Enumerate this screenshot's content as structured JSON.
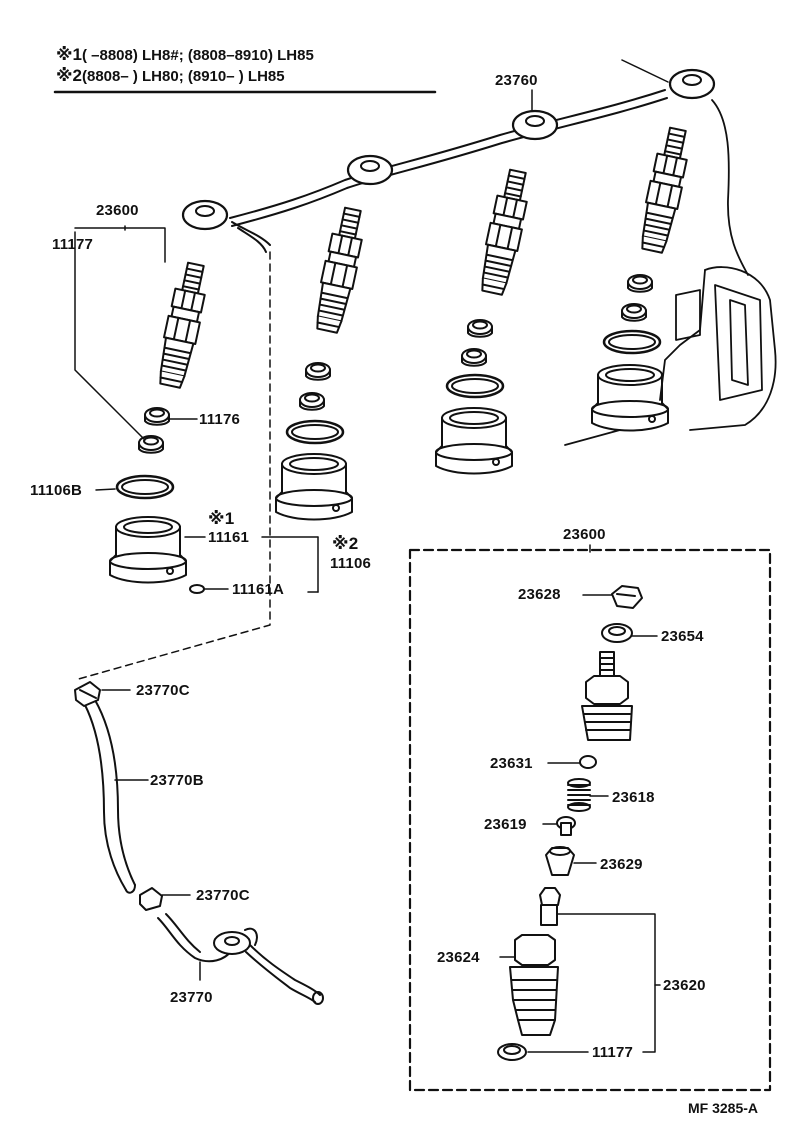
{
  "notes": {
    "note1": {
      "mark": "※1",
      "text": "(        –8808) LH8#; (8808–8910) LH85"
    },
    "note2": {
      "mark": "※2",
      "text": "(8808–        ) LH80; (8910–        ) LH85"
    }
  },
  "callouts": {
    "c23760": "23760",
    "c23600_top": "23600",
    "c11177_top": "11177",
    "c11176": "11176",
    "c11106B": "11106B",
    "mark1": "※1",
    "c11161": "11161",
    "mark2": "※2",
    "c11106": "11106",
    "c11161A": "11161A",
    "c23770C_top": "23770C",
    "c23770B": "23770B",
    "c23770C_bot": "23770C",
    "c23770": "23770",
    "c23600_box": "23600",
    "c23628": "23628",
    "c23654": "23654",
    "c23631": "23631",
    "c23618": "23618",
    "c23619": "23619",
    "c23629": "23629",
    "c23624": "23624",
    "c23620": "23620",
    "c11177_box": "11177"
  },
  "figure_ref": "MF  3285-A",
  "colors": {
    "ink": "#111111",
    "paper": "#ffffff"
  }
}
